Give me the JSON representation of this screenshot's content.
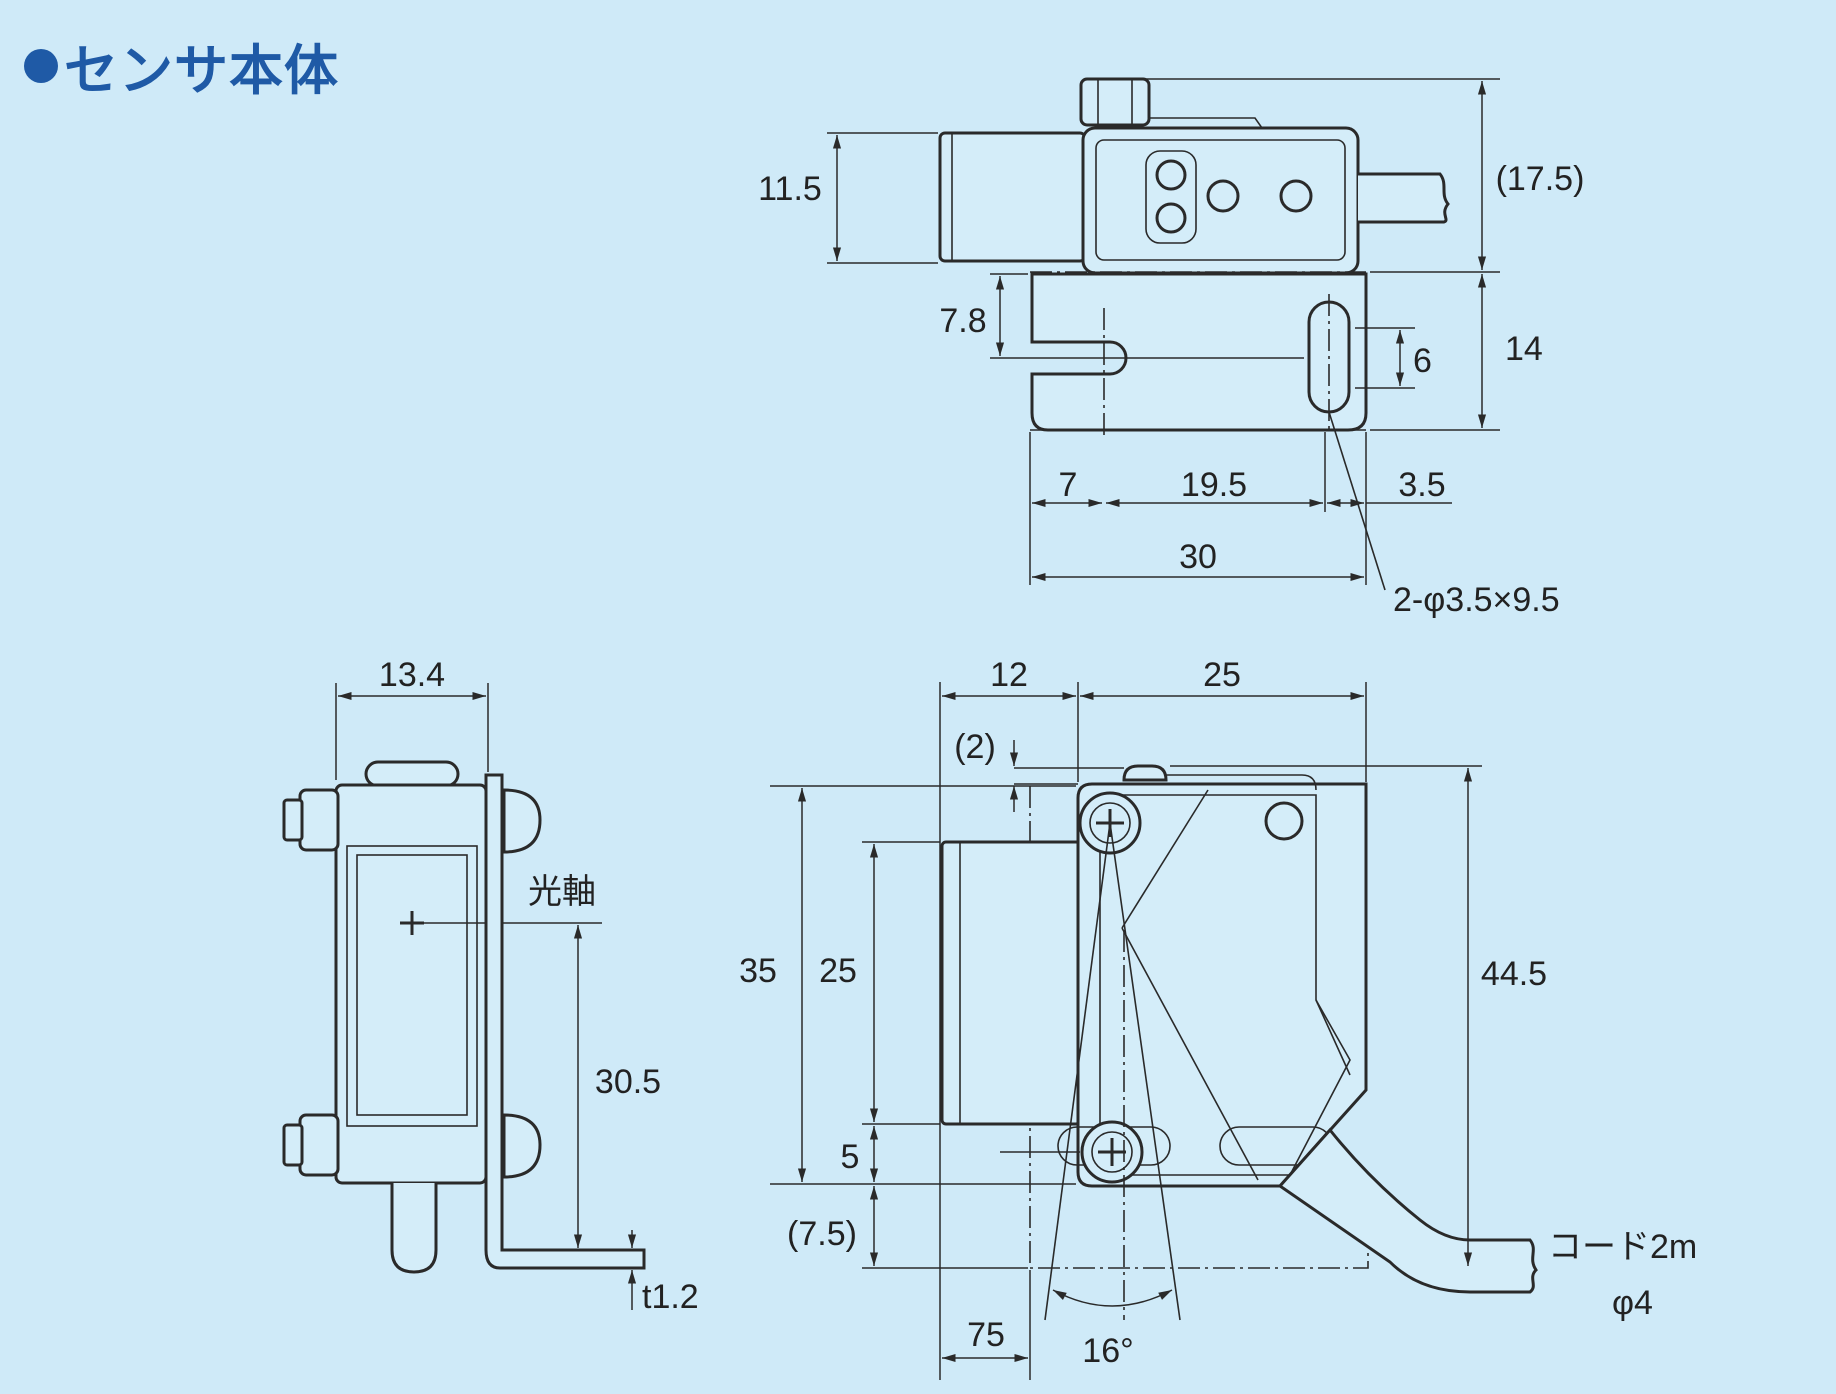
{
  "title": "●センサ本体",
  "heading": "センサ本体",
  "top_view": {
    "dims": {
      "height_left": "11.5",
      "height_total": "(17.5)",
      "bracket_offset": "7.8",
      "slot_width": "6",
      "bracket_height": "14",
      "x_left": "7",
      "x_mid": "19.5",
      "x_right": "3.5",
      "width_total": "30",
      "hole_spec": "2-φ3.5×9.5"
    }
  },
  "front_view": {
    "dims": {
      "width": "13.4",
      "optical_axis": "光軸",
      "axis_height": "30.5",
      "thickness": "t1.2"
    }
  },
  "side_view": {
    "dims": {
      "lens_depth": "12",
      "body_width": "25",
      "gap": "(2)",
      "body_height": "35",
      "lens_height": "25",
      "lower_offset": "5",
      "bracket_extra": "(7.5)",
      "overall_height": "44.5",
      "bracket_depth": "75",
      "angle": "16°",
      "cord": "コード2m",
      "cord_dia": "φ4"
    }
  },
  "colors": {
    "background": "#cfeaf8",
    "title": "#1f5aa6",
    "line": "#2a2a2a"
  }
}
